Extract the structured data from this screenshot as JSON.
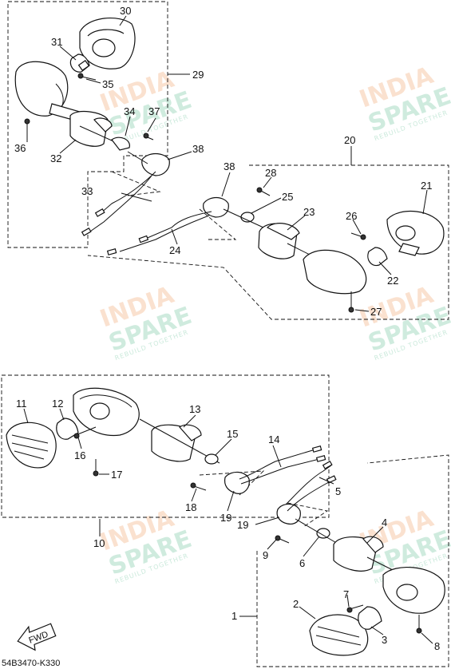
{
  "watermark": {
    "line1": "INDIA",
    "line2": "SPARE",
    "tagline": "REBUILD TOGETHER"
  },
  "diagram_code": "54B3470-K330",
  "fwd_label": "FWD",
  "callouts": [
    {
      "id": "30",
      "text": "30"
    },
    {
      "id": "31",
      "text": "31"
    },
    {
      "id": "35",
      "text": "35"
    },
    {
      "id": "29",
      "text": "29"
    },
    {
      "id": "34",
      "text": "34"
    },
    {
      "id": "37",
      "text": "37"
    },
    {
      "id": "36",
      "text": "36"
    },
    {
      "id": "32",
      "text": "32"
    },
    {
      "id": "38a",
      "text": "38"
    },
    {
      "id": "20",
      "text": "20"
    },
    {
      "id": "38b",
      "text": "38"
    },
    {
      "id": "28",
      "text": "28"
    },
    {
      "id": "21",
      "text": "21"
    },
    {
      "id": "33",
      "text": "33"
    },
    {
      "id": "25",
      "text": "25"
    },
    {
      "id": "23",
      "text": "23"
    },
    {
      "id": "26",
      "text": "26"
    },
    {
      "id": "24",
      "text": "24"
    },
    {
      "id": "22",
      "text": "22"
    },
    {
      "id": "27",
      "text": "27"
    },
    {
      "id": "11",
      "text": "11"
    },
    {
      "id": "12",
      "text": "12"
    },
    {
      "id": "13",
      "text": "13"
    },
    {
      "id": "15",
      "text": "15"
    },
    {
      "id": "14",
      "text": "14"
    },
    {
      "id": "16",
      "text": "16"
    },
    {
      "id": "17",
      "text": "17"
    },
    {
      "id": "5",
      "text": "5"
    },
    {
      "id": "18",
      "text": "18"
    },
    {
      "id": "19a",
      "text": "19"
    },
    {
      "id": "19b",
      "text": "19"
    },
    {
      "id": "10",
      "text": "10"
    },
    {
      "id": "4",
      "text": "4"
    },
    {
      "id": "9",
      "text": "9"
    },
    {
      "id": "6",
      "text": "6"
    },
    {
      "id": "7",
      "text": "7"
    },
    {
      "id": "1",
      "text": "1"
    },
    {
      "id": "2",
      "text": "2"
    },
    {
      "id": "3",
      "text": "3"
    },
    {
      "id": "8",
      "text": "8"
    }
  ]
}
